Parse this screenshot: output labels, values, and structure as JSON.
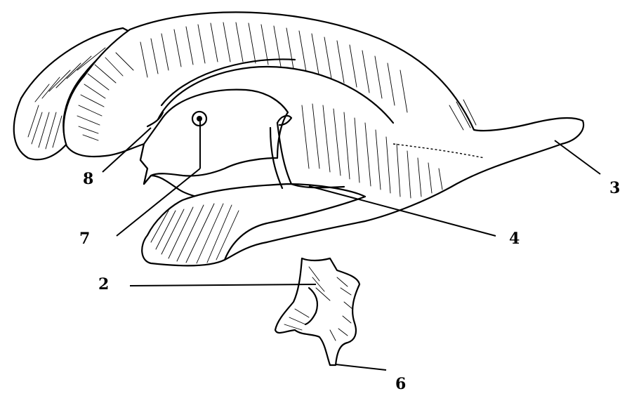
{
  "diagram": {
    "labels": [
      {
        "id": "label-8",
        "text": "8"
      },
      {
        "id": "label-3",
        "text": "3"
      },
      {
        "id": "label-7",
        "text": "7"
      },
      {
        "id": "label-4",
        "text": "4"
      },
      {
        "id": "label-2",
        "text": "2"
      },
      {
        "id": "label-6",
        "text": "6"
      }
    ],
    "ink_color": "#000000",
    "background_color": "#ffffff"
  }
}
